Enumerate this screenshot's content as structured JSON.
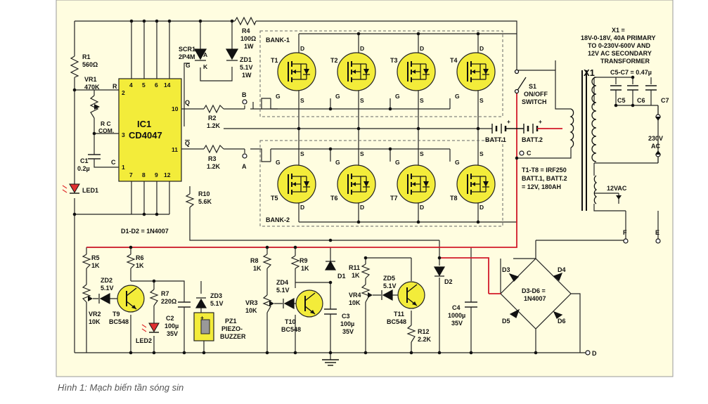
{
  "caption": "Hình 1: Mạch biến tần sóng sin",
  "ic": {
    "name": "IC1",
    "part": "CD4047",
    "pins": [
      "4",
      "5",
      "6",
      "14",
      "2",
      "3",
      "1",
      "7",
      "8",
      "9",
      "12",
      "10",
      "11"
    ],
    "pin_r": "R",
    "pin_rc": "R C",
    "pin_com": "COM.",
    "pin_c": "C",
    "pin_q": "Q",
    "pin_qbar": "Q"
  },
  "components": {
    "r1": [
      "R1",
      "560Ω"
    ],
    "vr1": [
      "VR1",
      "470K"
    ],
    "c1": [
      "C1",
      "0.2µ"
    ],
    "led1": "LED1",
    "scr1": [
      "SCR1",
      "2P4M"
    ],
    "scr_pins": [
      "A",
      "G",
      "K"
    ],
    "r4": [
      "R4",
      "100Ω",
      "1W"
    ],
    "zd1": [
      "ZD1",
      "5.1V",
      "1W"
    ],
    "r2": [
      "R2",
      "1.2K"
    ],
    "r3": [
      "R3",
      "1.2K"
    ],
    "r10": [
      "R10",
      "5.6K"
    ],
    "d1d2": "D1-D2 = 1N4007",
    "r5": [
      "R5",
      "1K"
    ],
    "r6": [
      "R6",
      "1K"
    ],
    "zd2": [
      "ZD2",
      "5.1V"
    ],
    "t9": [
      "T9",
      "BC548"
    ],
    "vr2": [
      "VR2",
      "10K"
    ],
    "r7": [
      "R7",
      "220Ω"
    ],
    "led2": "LED2",
    "c2": [
      "C2",
      "100µ",
      "35V"
    ],
    "zd3": [
      "ZD3",
      "5.1V"
    ],
    "pz1": [
      "PZ1",
      "PIEZO-",
      "BUZZER"
    ],
    "r8": [
      "R8",
      "1K"
    ],
    "vr3": [
      "VR3",
      "10K"
    ],
    "zd4": [
      "ZD4",
      "5.1V"
    ],
    "t10": [
      "T10",
      "BC548"
    ],
    "r9": [
      "R9",
      "1K"
    ],
    "d1": "D1",
    "c3": [
      "C3",
      "100µ",
      "35V"
    ],
    "r11": [
      "R11",
      "1K"
    ],
    "vr4": [
      "VR4",
      "10K"
    ],
    "zd5": [
      "ZD5",
      "5.1V"
    ],
    "t11": [
      "T11",
      "BC548"
    ],
    "r12": [
      "R12",
      "2.2K"
    ],
    "d2": "D2",
    "c4": [
      "C4",
      "1000µ",
      "35V"
    ],
    "bridge": [
      "D3",
      "D4",
      "D5",
      "D6"
    ],
    "bridge_note": [
      "D3-D6 =",
      "1N4007"
    ]
  },
  "banks": {
    "bank1": "BANK-1",
    "bank2": "BANK-2",
    "top": [
      "T1",
      "T2",
      "T3",
      "T4"
    ],
    "bottom": [
      "T5",
      "T6",
      "T7",
      "T8"
    ],
    "pin_d": "D",
    "pin_s": "S",
    "pin_g": "G"
  },
  "switch": [
    "S1",
    "ON/OFF",
    "SWITCH"
  ],
  "batteries": [
    "BATT.1",
    "BATT.2"
  ],
  "notes": {
    "x1_def": [
      "X1 =",
      "18V-0-18V, 40A PRIMARY",
      "TO 0-230V-600V AND",
      "12V AC SECONDARY",
      "TRANSFORMER"
    ],
    "x1": "X1",
    "cap_def": "C5-C7 = 0.47µ",
    "caps": [
      "C5",
      "C6",
      "C7"
    ],
    "out_230": [
      "230V",
      "AC"
    ],
    "out_12": "12VAC",
    "fet_def": [
      "T1-T8 = IRF250",
      "BATT.1, BATT.2",
      "= 12V, 180AH"
    ]
  },
  "nodes": {
    "a": "A",
    "b": "B",
    "c": "C",
    "d": "D",
    "e": "E",
    "f": "F"
  }
}
